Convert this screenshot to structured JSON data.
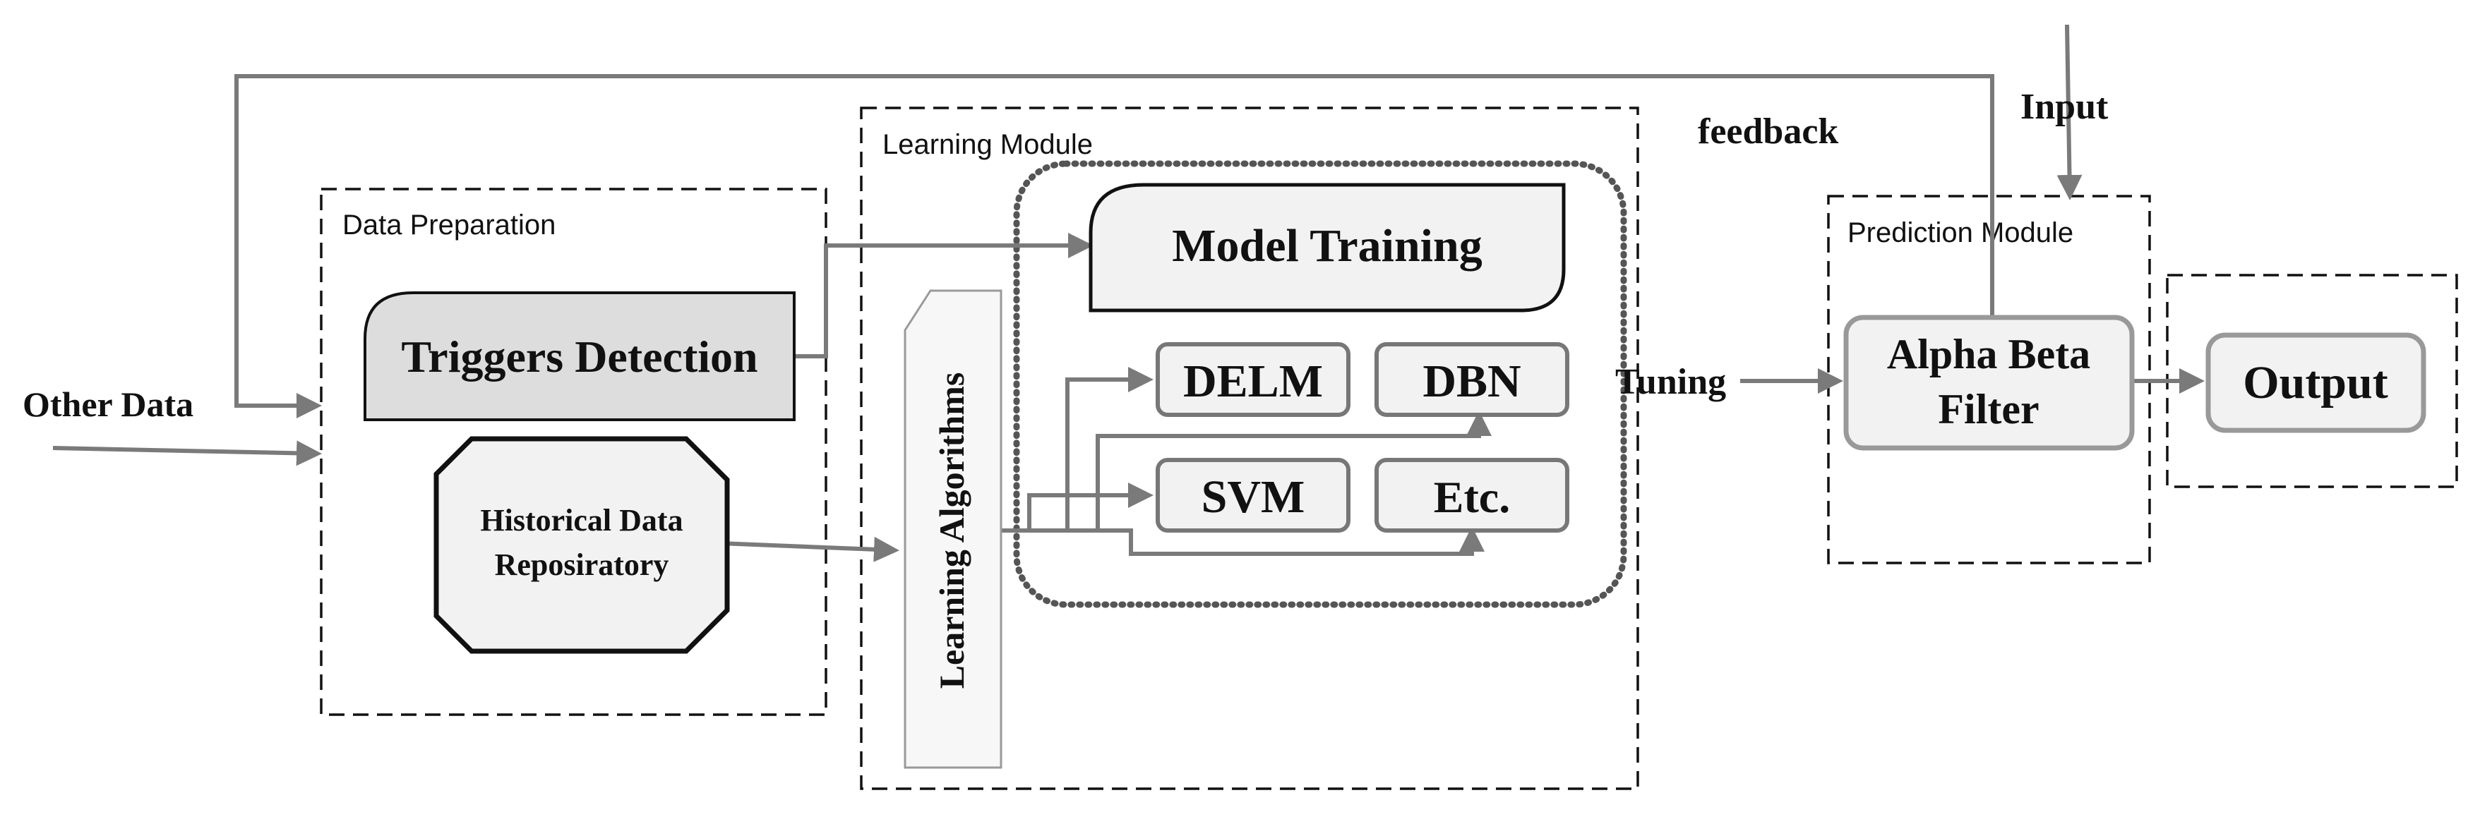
{
  "labels": {
    "other_data": "Other Data",
    "feedback": "feedback",
    "input": "Input",
    "tuning": "Tuning",
    "data_preparation": "Data Preparation",
    "learning_module": "Learning Module",
    "prediction_module": "Prediction Module"
  },
  "boxes": {
    "triggers_detection": "Triggers Detection",
    "historical_line1": "Historical Data",
    "historical_line2": "Reposiratory",
    "learning_algorithms": "Learning Algorithms",
    "model_training": "Model Training",
    "delm": "DELM",
    "dbn": "DBN",
    "svm": "SVM",
    "etc": "Etc.",
    "alpha_line1": "Alpha Beta",
    "alpha_line2": "Filter",
    "output": "Output"
  },
  "colors": {
    "wire": "#7a7a7a",
    "box_fill": "#f2f2f2",
    "triggers_fill": "#dddddd",
    "border": "#111111"
  }
}
